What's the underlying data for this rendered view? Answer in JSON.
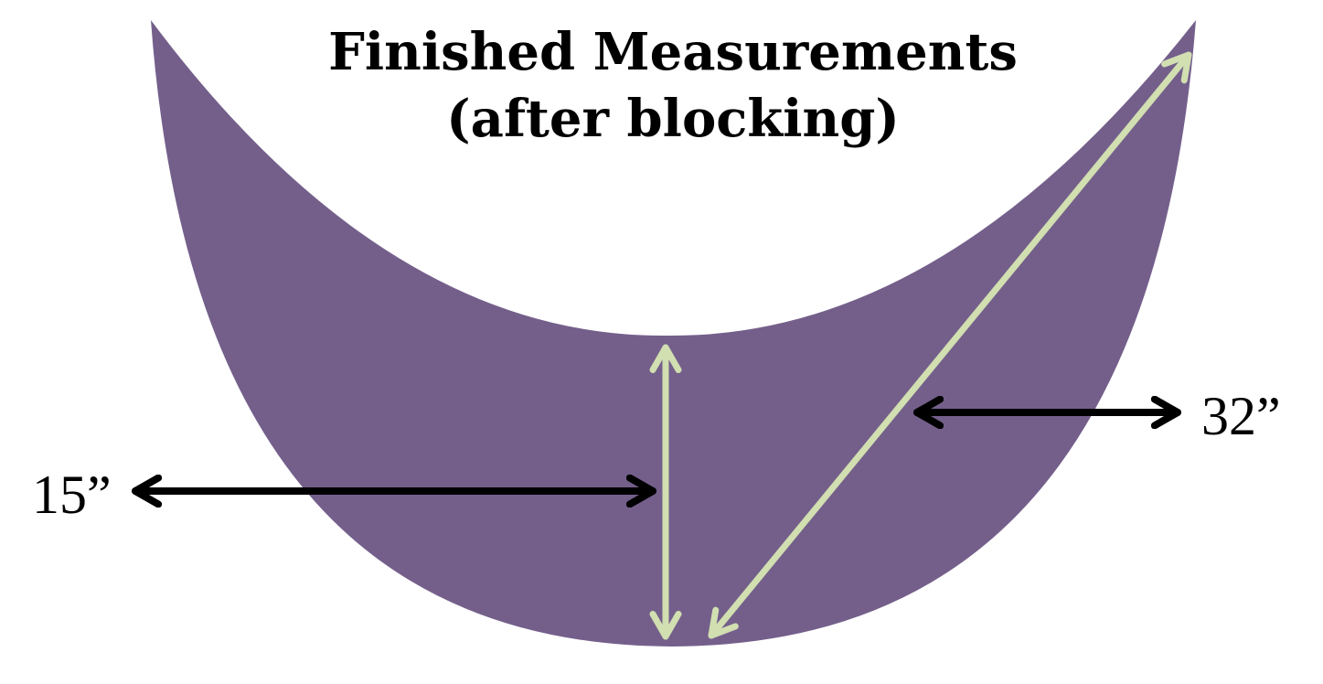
{
  "title": {
    "line1": "Finished Measurements",
    "line2": "(after blocking)"
  },
  "measurements": {
    "depth": "15”",
    "length": "32”"
  },
  "colors": {
    "shawl": "#745f8b",
    "measure_arrow": "#d1dfb1",
    "callout_arrow": "#000000",
    "text": "#000000",
    "background": "#ffffff"
  }
}
